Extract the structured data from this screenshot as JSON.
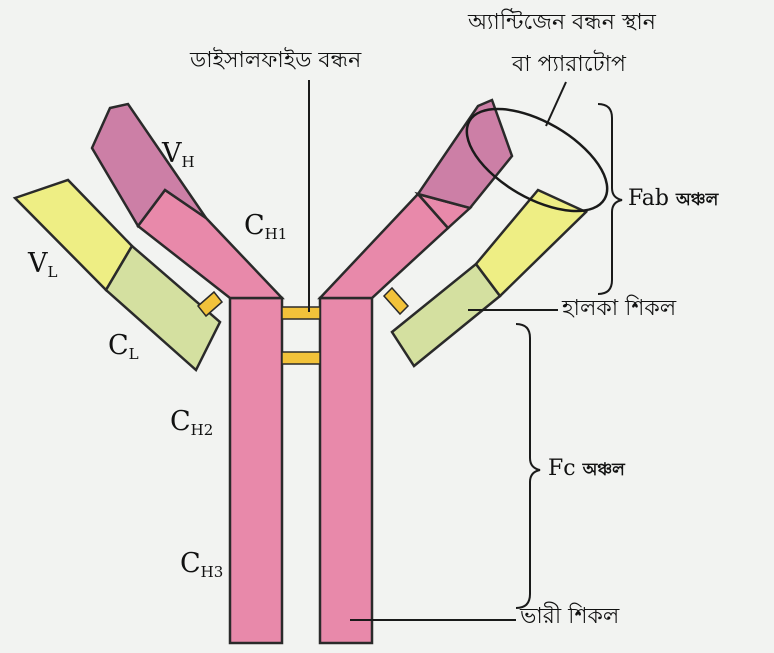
{
  "labels": {
    "antigen_site_line1": "অ্যান্টিজেন বন্ধন স্থান",
    "antigen_site_line2": "বা প্যারাটোপ",
    "disulfide_bond": "ডাইসালফাইড বন্ধন",
    "fab_region": "Fab",
    "fab_region_suffix": "অঞ্চল",
    "light_chain": "হালকা শিকল",
    "fc_region": "Fc",
    "fc_region_suffix": "অঞ্চল",
    "heavy_chain": "ভারী শিকল"
  },
  "domains": {
    "vh_main": "V",
    "vh_sub": "H",
    "ch1_main": "C",
    "ch1_sub": "H1",
    "vl_main": "V",
    "vl_sub": "L",
    "cl_main": "C",
    "cl_sub": "L",
    "ch2_main": "C",
    "ch2_sub": "H2",
    "ch3_main": "C",
    "ch3_sub": "H3"
  },
  "colors": {
    "heavy_constant": "#e889aa",
    "heavy_variable": "#cc7fa6",
    "light_variable": "#eeee84",
    "light_constant": "#d4e0a0",
    "disulfide": "#f2c23a",
    "outline": "#2a2a2a"
  }
}
